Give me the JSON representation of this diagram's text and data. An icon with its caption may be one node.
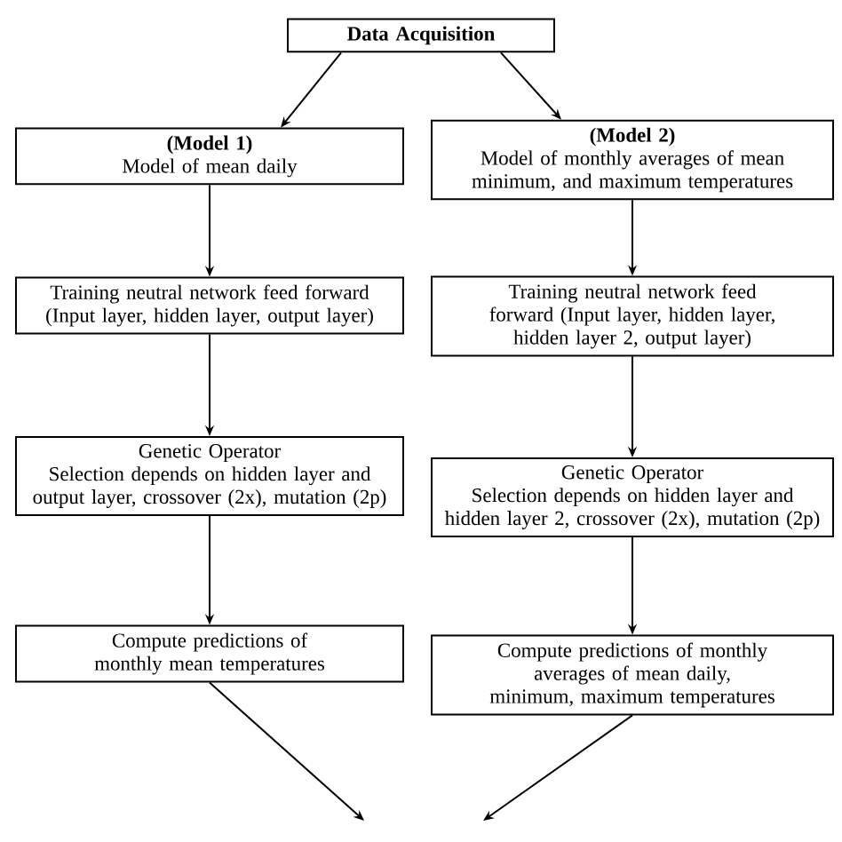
{
  "diagram": {
    "nodes": [
      {
        "text": [
          "Data Acquisition"
        ]
      },
      {
        "text": [
          "(Model 1)",
          "Model of mean daily"
        ]
      },
      {
        "text": [
          "(Model 2)",
          "Model of monthly averages of mean minimum, and maximum temperatures"
        ]
      },
      {
        "text": [
          "Training neutral network feed forward (Input layer, hidden layer, output layer)"
        ]
      },
      {
        "text": [
          "Training neutral network feed forward (Input layer, hidden layer, hidden layer 2, output layer)"
        ]
      },
      {
        "text": [
          "Genetic Operator",
          "Selection depends on hidden layer and output layer, crossover (2x), mutation (2p)"
        ]
      },
      {
        "text": [
          "Genetic Operator",
          "Selection depends on hidden layer and hidden layer 2, crossover (2x), mutation (2p)"
        ]
      },
      {
        "text": [
          "Compute predictions of monthly mean temperatures"
        ]
      },
      {
        "text": [
          "Compute predictions of monthly averages of mean daily, minimum, maximum temperatures"
        ]
      }
    ],
    "edges": [
      {
        "from": 0,
        "to": 1,
        "arrow": "to"
      },
      {
        "from": 0,
        "to": 2,
        "arrow": "to"
      },
      {
        "from": 1,
        "to": 3,
        "arrow": "to"
      },
      {
        "from": 3,
        "to": 5,
        "arrow": "to"
      },
      {
        "from": 5,
        "to": 7,
        "arrow": "to"
      },
      {
        "from": 2,
        "to": 4,
        "arrow": "to"
      },
      {
        "from": 4,
        "to": 6,
        "arrow": "to"
      },
      {
        "from": 6,
        "to": 8,
        "arrow": "to"
      },
      {
        "from": 7,
        "to": null,
        "arrow": "to"
      },
      {
        "from": 8,
        "to": null,
        "arrow": "to"
      }
    ]
  }
}
